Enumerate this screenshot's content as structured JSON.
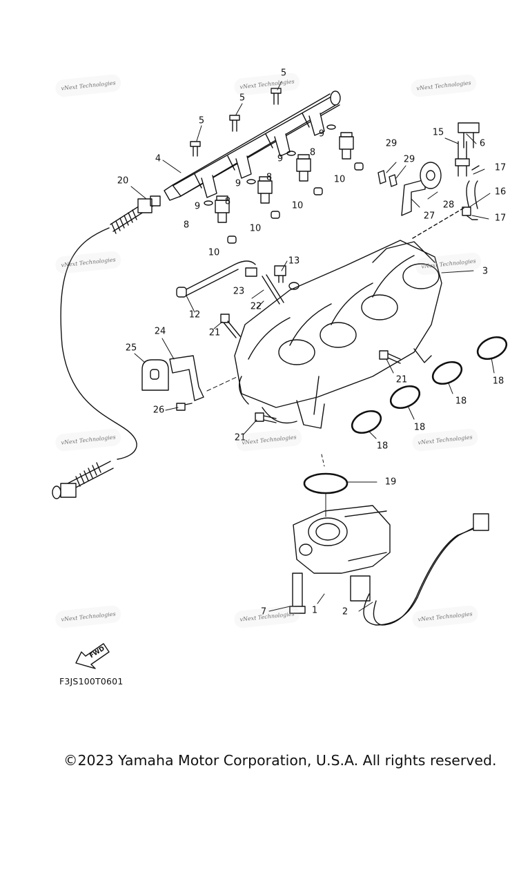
{
  "watermark_text": "vNext Technologies",
  "diagram_code": "F3JS100T0601",
  "fwd_label": "FWD",
  "copyright": "©2023 Yamaha Motor Corporation, U.S.A. All rights reserved.",
  "callouts": [
    {
      "label": "1"
    },
    {
      "label": "2"
    },
    {
      "label": "3"
    },
    {
      "label": "4"
    },
    {
      "label": "5"
    },
    {
      "label": "5"
    },
    {
      "label": "5"
    },
    {
      "label": "6"
    },
    {
      "label": "7"
    },
    {
      "label": "8"
    },
    {
      "label": "8"
    },
    {
      "label": "8"
    },
    {
      "label": "8"
    },
    {
      "label": "9"
    },
    {
      "label": "9"
    },
    {
      "label": "9"
    },
    {
      "label": "9"
    },
    {
      "label": "10"
    },
    {
      "label": "10"
    },
    {
      "label": "10"
    },
    {
      "label": "10"
    },
    {
      "label": "12"
    },
    {
      "label": "13"
    },
    {
      "label": "15"
    },
    {
      "label": "16"
    },
    {
      "label": "17"
    },
    {
      "label": "17"
    },
    {
      "label": "18"
    },
    {
      "label": "18"
    },
    {
      "label": "18"
    },
    {
      "label": "18"
    },
    {
      "label": "19"
    },
    {
      "label": "20"
    },
    {
      "label": "21"
    },
    {
      "label": "21"
    },
    {
      "label": "21"
    },
    {
      "label": "22"
    },
    {
      "label": "23"
    },
    {
      "label": "24"
    },
    {
      "label": "25"
    },
    {
      "label": "26"
    },
    {
      "label": "27"
    },
    {
      "label": "28"
    },
    {
      "label": "29"
    },
    {
      "label": "29"
    }
  ]
}
